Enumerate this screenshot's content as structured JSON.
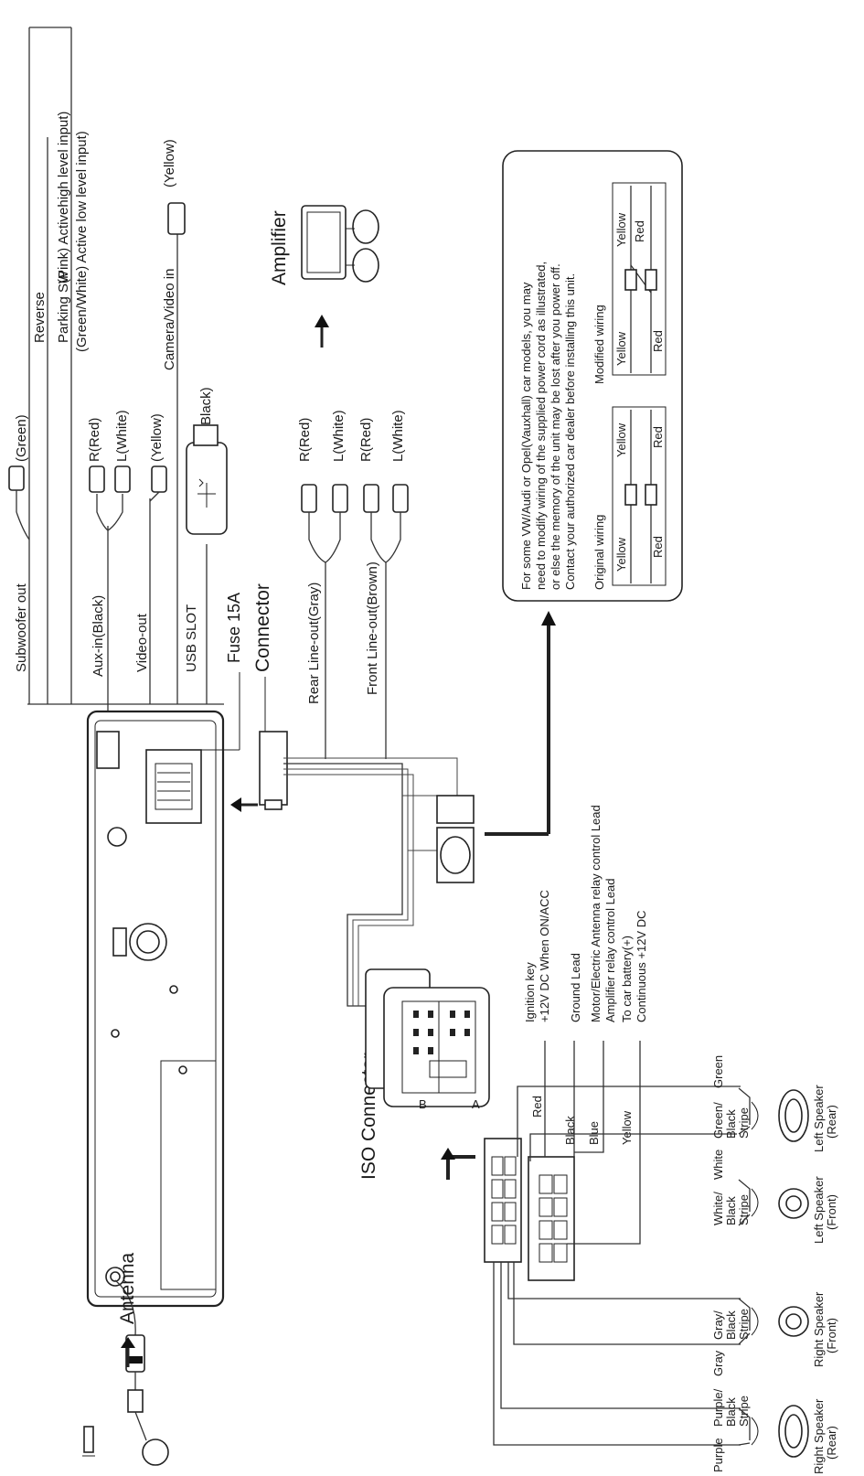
{
  "top_labels": {
    "active_high": "(Pink) Activehigh level input)",
    "active_low": "(Green/White) Active low level input)",
    "reverse": "Reverse",
    "parking": "Parking SW",
    "yellow_cam": "(Yellow)",
    "camera": "Camera/Video in",
    "green": "(Green)",
    "subwoofer": "Subwoofer out",
    "r_red": "R(Red)",
    "l_white": "L(White)",
    "aux": "Aux-in(Black)",
    "yellow_vid": "(Yellow)",
    "video_out": "Video-out",
    "black": "(Black)",
    "usb": "USB SLOT",
    "fuse": "Fuse 15A",
    "connector": "Connector",
    "amplifier": "Amplifier"
  },
  "line_out": {
    "rear_r": "R(Red)",
    "rear_l": "L(White)",
    "front_r": "R(Red)",
    "front_l": "L(White)",
    "rear": "Rear Line-out(Gray)",
    "front": "Front Line-out(Brown)"
  },
  "note": {
    "lines": [
      "For some VW/Audi or Opel(Vauxhall) car models, you may",
      "need to modify wiring of the supplied power cord as illustrated,",
      "or else the memory of the unit may be lost after you power off.",
      "Contact your authorized car dealer before installing this unit."
    ],
    "original": "Original wiring",
    "modified": "Modified wiring",
    "yellow": "Yellow",
    "red": "Red"
  },
  "iso": {
    "title": "ISO Connector",
    "a": "A",
    "b": "B",
    "ignition_1": "Ignition key",
    "ignition_2": "+12V DC When ON/ACC",
    "ground": "Ground Lead",
    "motor": "Motor/Electric Antenna relay control Lead",
    "amp_relay": "Amplifier relay control Lead",
    "battery_1": "To car battery(+)",
    "battery_2": "Continuous +12V DC",
    "red": "Red",
    "black": "Black",
    "blue": "Blue",
    "yellow": "Yellow"
  },
  "speakers": {
    "purple": "Purple",
    "purple_black": [
      "Purple/",
      "Black",
      "Stripe"
    ],
    "gray": "Gray",
    "gray_black": [
      "Gray/",
      "Black",
      "Stripe"
    ],
    "white": "White",
    "white_black": [
      "White/",
      "Black",
      "Stripe"
    ],
    "green": "Green",
    "green_black": [
      "Green/",
      "Black",
      "Stripe"
    ],
    "right_rear": [
      "Right Speaker",
      "(Rear)"
    ],
    "right_front": [
      "Right Speaker",
      "(Front)"
    ],
    "left_front": [
      "Left Speaker",
      "(Front)"
    ],
    "left_rear": [
      "Left Speaker",
      "(Rear)"
    ]
  },
  "antenna": "Antenna"
}
